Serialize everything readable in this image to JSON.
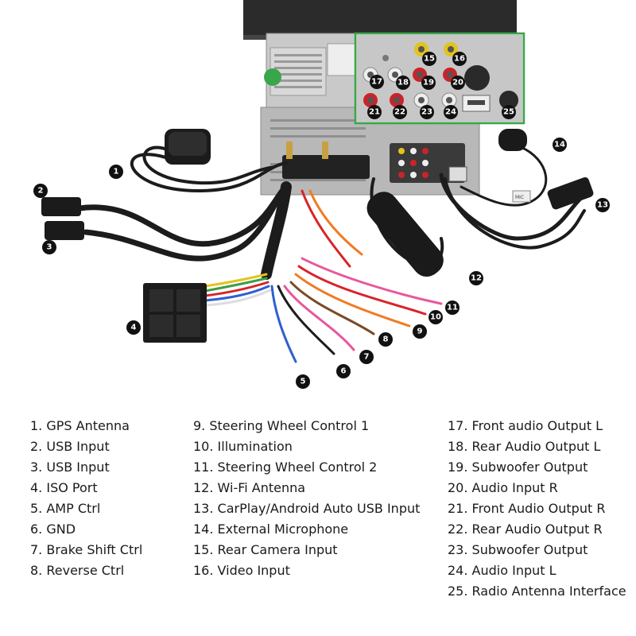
{
  "badges": [
    "1",
    "2",
    "3",
    "4",
    "5",
    "6",
    "7",
    "8",
    "9",
    "10",
    "11",
    "12",
    "13",
    "14",
    "15",
    "16",
    "17",
    "18",
    "19",
    "20",
    "21",
    "22",
    "23",
    "24",
    "25"
  ],
  "mic_tag": "MIC",
  "legend": {
    "col1": [
      "1. GPS Antenna",
      "2. USB Input",
      "3. USB Input",
      "4. ISO Port",
      "5. AMP Ctrl",
      "6. GND",
      "7. Brake Shift Ctrl",
      "8. Reverse Ctrl"
    ],
    "col2": [
      "9. Steering Wheel Control 1",
      "10. Illumination",
      "11. Steering Wheel Control 2",
      "12. Wi-Fi Antenna",
      "13. CarPlay/Android Auto USB Input",
      "14. External Microphone",
      "15. Rear Camera Input",
      "16. Video Input"
    ],
    "col3": [
      "17. Front audio Output L",
      "18. Rear Audio Output L",
      "19. Subwoofer Output",
      "20. Audio Input R",
      "21. Front Audio Output R",
      "22. Rear Audio Output R",
      "23. Subwoofer Output",
      "24. Audio Input L",
      "25. Radio Antenna Interface"
    ]
  },
  "colors": {
    "inset_border": "#3aa64a",
    "badge_fill": "#111111",
    "cable": "#1c1c1c",
    "wire_red": "#d8242a",
    "wire_orange": "#f07b22",
    "wire_blue": "#2f5fd0",
    "wire_yellow": "#e6c21c",
    "wire_green": "#39a045",
    "wire_pink": "#e8579b",
    "wire_brown": "#7b4a26",
    "rca_red": "#c9242a",
    "rca_yellow": "#e2c41b",
    "rca_white": "#eeeeee"
  }
}
